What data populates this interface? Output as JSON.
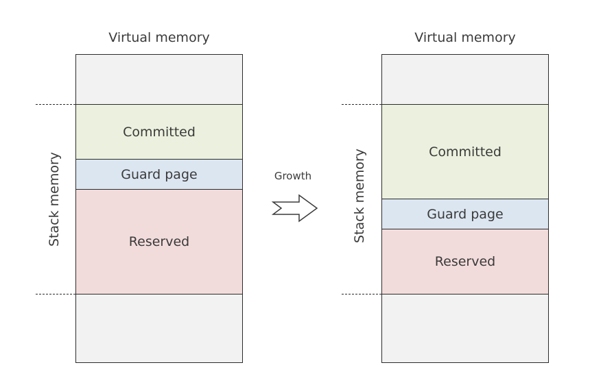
{
  "left": {
    "title": "Virtual memory",
    "side_label": "Stack memory",
    "segments": {
      "committed": "Committed",
      "guard": "Guard page",
      "reserved": "Reserved"
    }
  },
  "right": {
    "title": "Virtual memory",
    "side_label": "Stack memory",
    "segments": {
      "committed": "Committed",
      "guard": "Guard page",
      "reserved": "Reserved"
    }
  },
  "arrow": {
    "label": "Growth"
  },
  "colors": {
    "free": "#f2f2f2",
    "committed": "#ebf1de",
    "guard": "#dce6f1",
    "reserved": "#f2dcdb",
    "border": "#2b2b2b"
  }
}
